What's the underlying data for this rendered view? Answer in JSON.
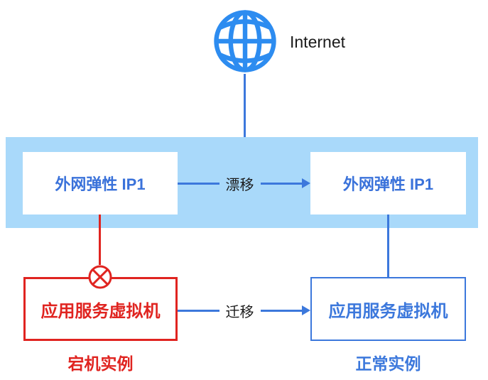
{
  "colors": {
    "band_background": "#a9d9fa",
    "globe_blue": "#2d8cf0",
    "arrow_blue": "#3c78dc",
    "box_text_blue": "#3a72da",
    "failure_red": "#e02420",
    "text_black": "#1a1a1a"
  },
  "internet": {
    "label": "Internet"
  },
  "band": {
    "left_ip": {
      "label": "外网弹性 IP1"
    },
    "right_ip": {
      "label": "外网弹性 IP1"
    },
    "drift": {
      "label": "漂移"
    }
  },
  "migration": {
    "label": "迁移"
  },
  "left_vm": {
    "label": "应用服务虚拟机",
    "caption": "宕机实例"
  },
  "right_vm": {
    "label": "应用服务虚拟机",
    "caption": "正常实例"
  },
  "icons": {
    "globe": "internet-globe-icon",
    "failure": "crossed-circle-icon"
  }
}
